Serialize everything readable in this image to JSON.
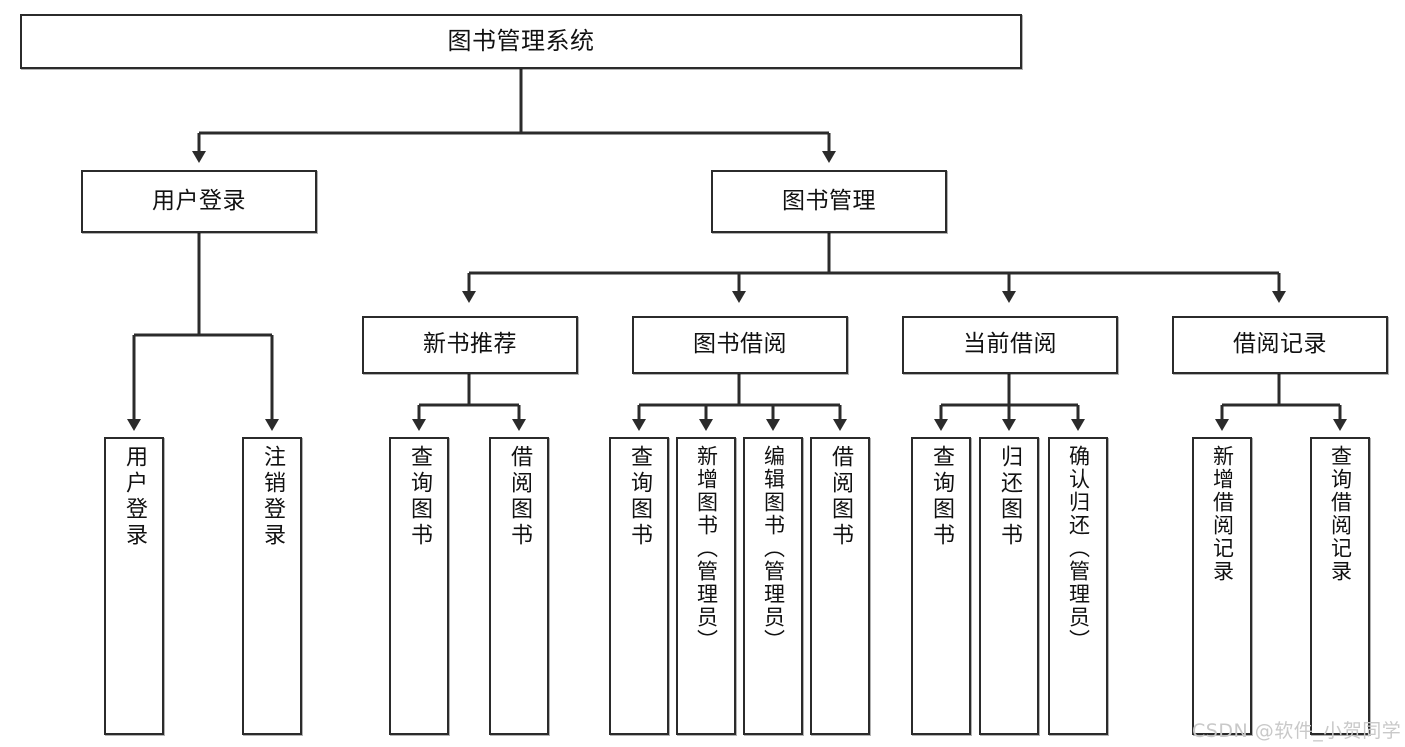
{
  "diagram": {
    "title": "图书管理系统",
    "type": "tree",
    "watermark": "CSDN @软件_小贺同学",
    "colors": {
      "node_border": "#2b2b2b",
      "node_fill": "#ffffff",
      "edge": "#3a3a3a",
      "text": "#111111",
      "watermark": "#c9c9c9",
      "background": "#ffffff"
    },
    "levels": {
      "root": {
        "label": "图书管理系统"
      },
      "level2": [
        {
          "id": "user-login",
          "label": "用户登录"
        },
        {
          "id": "book-manage",
          "label": "图书管理"
        }
      ],
      "level3": [
        {
          "id": "new-book-rec",
          "label": "新书推荐",
          "parent": "book-manage"
        },
        {
          "id": "book-borrow",
          "label": "图书借阅",
          "parent": "book-manage"
        },
        {
          "id": "current-borrow",
          "label": "当前借阅",
          "parent": "book-manage"
        },
        {
          "id": "borrow-record",
          "label": "借阅记录",
          "parent": "book-manage"
        }
      ],
      "leaves": {
        "user-login": [
          {
            "id": "leaf-user-login",
            "label": "用户登录"
          },
          {
            "id": "leaf-logout-login",
            "label": "注销登录"
          }
        ],
        "new-book-rec": [
          {
            "id": "leaf-query-book-1",
            "label": "查询图书"
          },
          {
            "id": "leaf-borrow-book-1",
            "label": "借阅图书"
          }
        ],
        "book-borrow": [
          {
            "id": "leaf-query-book-2",
            "label": "查询图书"
          },
          {
            "id": "leaf-add-book",
            "label": "新增图书（管理员）"
          },
          {
            "id": "leaf-edit-book",
            "label": "编辑图书（管理员）"
          },
          {
            "id": "leaf-borrow-book-2",
            "label": "借阅图书"
          }
        ],
        "current-borrow": [
          {
            "id": "leaf-query-book-3",
            "label": "查询图书"
          },
          {
            "id": "leaf-return-book",
            "label": "归还图书"
          },
          {
            "id": "leaf-confirm-return",
            "label": "确认归还（管理员）"
          }
        ],
        "borrow-record": [
          {
            "id": "leaf-add-record",
            "label": "新增借阅记录"
          },
          {
            "id": "leaf-query-record",
            "label": "查询借阅记录"
          }
        ]
      }
    }
  }
}
